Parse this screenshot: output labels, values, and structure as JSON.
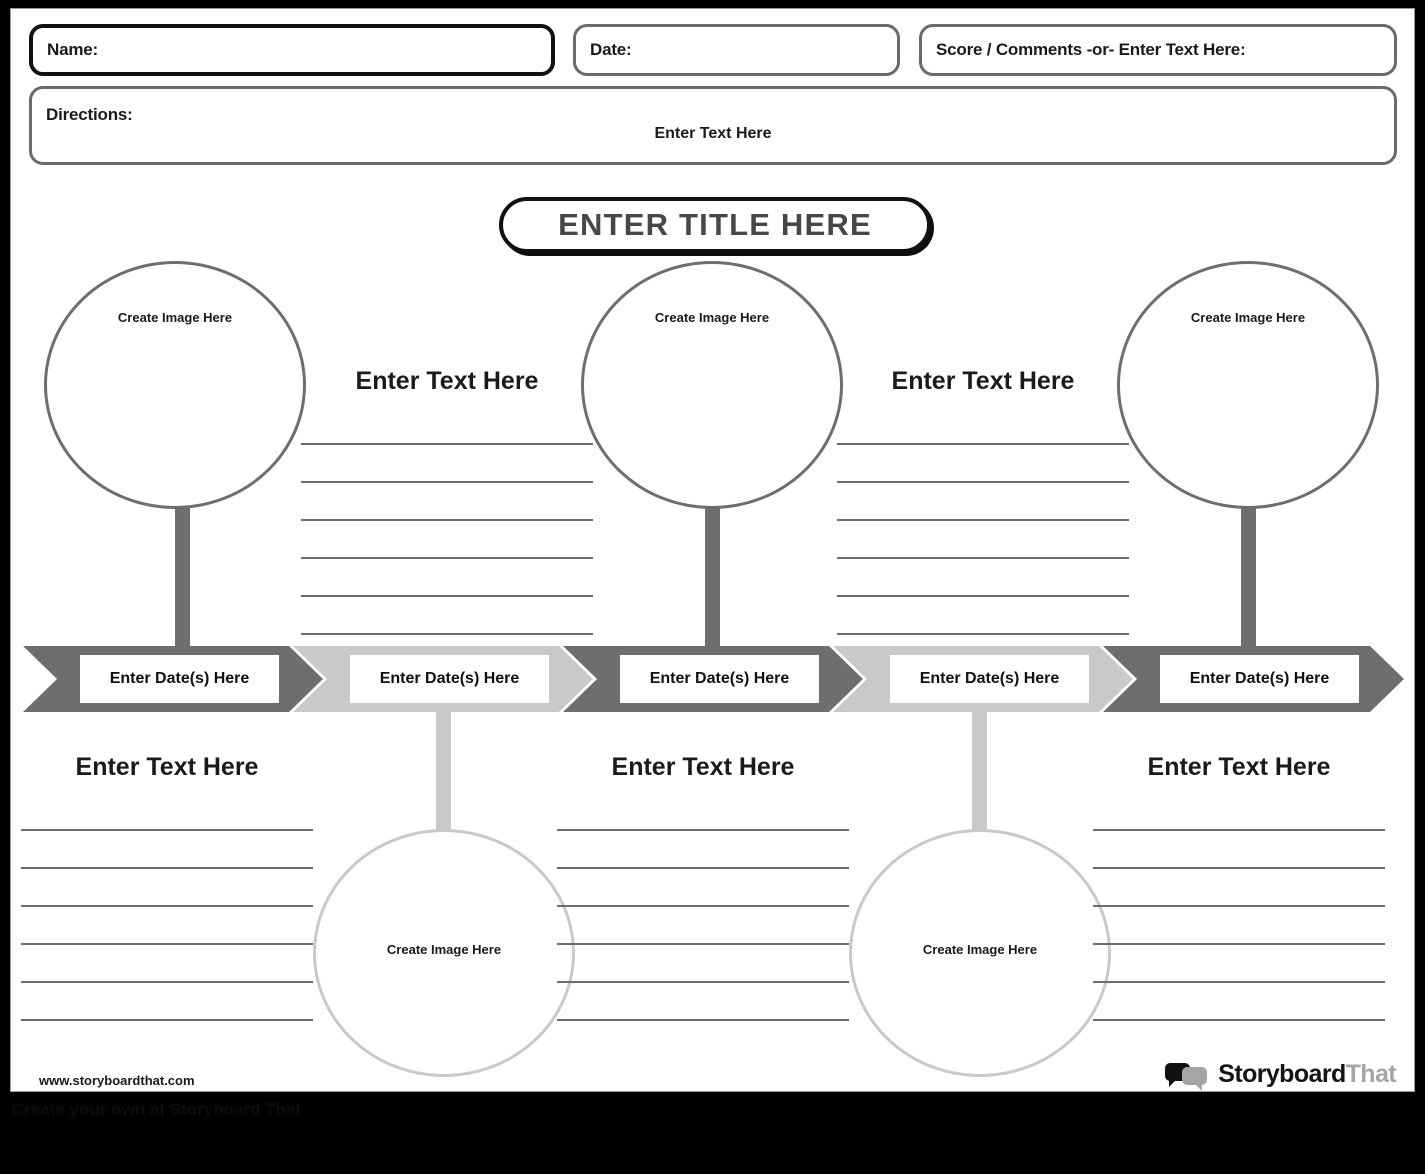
{
  "header": {
    "name_label": "Name:",
    "date_label": "Date:",
    "score_label": "Score / Comments -or- Enter Text Here:",
    "directions_label": "Directions:",
    "directions_placeholder": "Enter Text Here"
  },
  "title": {
    "text": "ENTER TITLE HERE"
  },
  "labels": {
    "create_image": "Create Image Here",
    "enter_text": "Enter Text Here",
    "enter_dates": "Enter Date(s) Here"
  },
  "top_circles": [
    {
      "label": "Create Image Here"
    },
    {
      "label": "Create Image Here"
    },
    {
      "label": "Create Image Here"
    }
  ],
  "top_text_blocks": [
    {
      "title": "Enter Text Here",
      "lines": 6
    },
    {
      "title": "Enter Text Here",
      "lines": 6
    }
  ],
  "timeline": {
    "steps": [
      {
        "label": "Enter Date(s) Here",
        "tone": "dark"
      },
      {
        "label": "Enter Date(s) Here",
        "tone": "light"
      },
      {
        "label": "Enter Date(s) Here",
        "tone": "dark"
      },
      {
        "label": "Enter Date(s) Here",
        "tone": "light"
      },
      {
        "label": "Enter Date(s) Here",
        "tone": "dark"
      }
    ]
  },
  "bottom_text_blocks": [
    {
      "title": "Enter Text Here",
      "lines": 6
    },
    {
      "title": "Enter Text Here",
      "lines": 6
    },
    {
      "title": "Enter Text Here",
      "lines": 6
    }
  ],
  "bottom_circles": [
    {
      "label": "Create Image Here"
    },
    {
      "label": "Create Image Here"
    }
  ],
  "footer": {
    "site_url": "www.storyboardthat.com",
    "logo_primary": "Storyboard",
    "logo_secondary": "That",
    "caption": "Create your own at Storyboard That"
  },
  "colors": {
    "dark_gray": "#6e6e6e",
    "light_gray": "#c9c9c9",
    "rule": "#6b6b6b",
    "title_text": "#474747",
    "ink": "#1a1a1a"
  }
}
